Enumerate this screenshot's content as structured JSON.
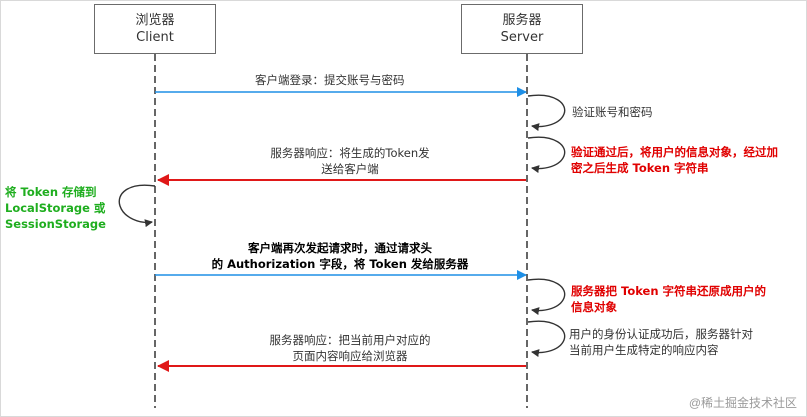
{
  "actors": {
    "client": {
      "line1": "浏览器",
      "line2": "Client"
    },
    "server": {
      "line1": "服务器",
      "line2": "Server"
    }
  },
  "messages": {
    "login": "客户端登录：提交账号与密码",
    "verify": "验证账号和密码",
    "generate_line1": "验证通过后，将用户的信息对象，经过加",
    "generate_line2": "密之后生成 Token 字符串",
    "response_line1": "服务器响应：将生成的Token发",
    "response_line2": "送给客户端",
    "store_line1": "将 Token 存储到",
    "store_line2": "LocalStorage 或",
    "store_line3": "SessionStorage",
    "request_line1": "客户端再次发起请求时，通过请求头",
    "request_line2": "的 Authorization 字段，将 Token 发给服务器",
    "restore_line1": "服务器把 Token 字符串还原成用户的",
    "restore_line2": "信息对象",
    "auth_line1": "用户的身份认证成功后，服务器针对",
    "auth_line2": "当前用户生成特定的响应内容",
    "final_line1": "服务器响应：把当前用户对应的",
    "final_line2": "页面内容响应给浏览器"
  },
  "watermark": "@稀土掘金技术社区",
  "colors": {
    "request_arrow": "#1e8fe6",
    "response_arrow": "#e01818",
    "emphasis_red": "#e00000",
    "emphasis_green": "#1fae1f",
    "lifeline": "#333333"
  }
}
